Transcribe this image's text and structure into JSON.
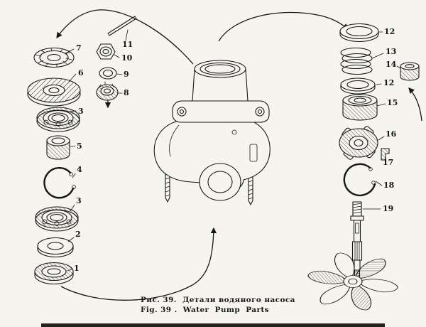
{
  "figure": {
    "caption_ru": "Рис. 39.  Детали водяного насоса",
    "caption_en": "Fig. 39 .  Water  Pump  Parts"
  },
  "callouts": [
    {
      "id": "left-7",
      "text": "7"
    },
    {
      "id": "left-11",
      "text": "11"
    },
    {
      "id": "left-10",
      "text": "10"
    },
    {
      "id": "left-6",
      "text": "6"
    },
    {
      "id": "left-9",
      "text": "9"
    },
    {
      "id": "left-8",
      "text": "8"
    },
    {
      "id": "left-3a",
      "text": "3"
    },
    {
      "id": "left-5",
      "text": "5"
    },
    {
      "id": "left-4",
      "text": "4"
    },
    {
      "id": "left-3b",
      "text": "3"
    },
    {
      "id": "left-2",
      "text": "2"
    },
    {
      "id": "left-1",
      "text": "1"
    },
    {
      "id": "right-12a",
      "text": "12"
    },
    {
      "id": "right-13",
      "text": "13"
    },
    {
      "id": "right-14",
      "text": "14"
    },
    {
      "id": "right-12b",
      "text": "12"
    },
    {
      "id": "right-15",
      "text": "15"
    },
    {
      "id": "right-16",
      "text": "16"
    },
    {
      "id": "right-17",
      "text": "17"
    },
    {
      "id": "right-18",
      "text": "18"
    },
    {
      "id": "right-19",
      "text": "19"
    }
  ],
  "colors": {
    "paper": "#f6f4ee",
    "ink": "#161616"
  }
}
